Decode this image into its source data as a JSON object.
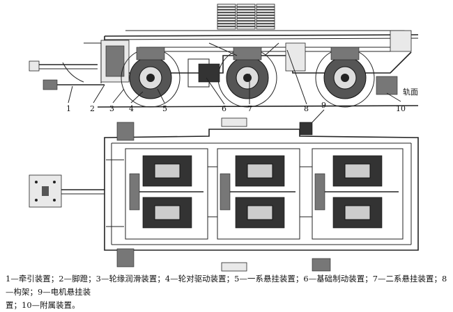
{
  "figure": {
    "part_numbers": [
      "1",
      "2",
      "3",
      "4",
      "5",
      "6",
      "7",
      "8",
      "9",
      "10"
    ],
    "rail_label": "轨面"
  },
  "caption": {
    "line1": "1—牵引装置；2—脚蹬；3—轮缘润滑装置；4—轮对驱动装置；5—一系悬挂装置；6—基础制动装置；7—二系悬挂装置；8—构架；9—电机悬挂装",
    "line2": "置；10—附属装置。"
  }
}
